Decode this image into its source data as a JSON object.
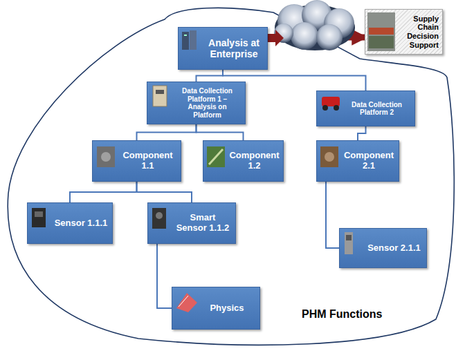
{
  "diagram": {
    "nodes": [
      {
        "text": [
          "Analysis at Enterprise"
        ]
      },
      {
        "text": [
          "Supply Chain Decision Support"
        ]
      },
      {
        "text": [
          "Data Collection Platform 1 – Analysis on Platform"
        ]
      },
      {
        "text": [
          "Data Collection Platform 2"
        ]
      },
      {
        "text": [
          "Component 1.1"
        ]
      },
      {
        "text": [
          "Component 1.2"
        ]
      },
      {
        "text": [
          "Component 2.1"
        ]
      },
      {
        "text": [
          "Sensor 1.1.1"
        ]
      },
      {
        "text": [
          "Smart Sensor 1.1.2"
        ]
      },
      {
        "text": [
          "Sensor 2.1.1"
        ]
      },
      {
        "text": [
          "Physics"
        ]
      }
    ],
    "edges": [
      {
        "from": 0,
        "to": 1,
        "arrow": "to"
      },
      {
        "from": 0,
        "to": 2,
        "arrow": "none"
      },
      {
        "from": 0,
        "to": 3,
        "arrow": "none"
      },
      {
        "from": 2,
        "to": 4,
        "arrow": "none"
      },
      {
        "from": 2,
        "to": 5,
        "arrow": "none"
      },
      {
        "from": 3,
        "to": 6,
        "arrow": "none"
      },
      {
        "from": 4,
        "to": 7,
        "arrow": "none"
      },
      {
        "from": 4,
        "to": 8,
        "arrow": "none"
      },
      {
        "from": 8,
        "to": 10,
        "arrow": "none"
      },
      {
        "from": 6,
        "to": 9,
        "arrow": "none"
      }
    ],
    "labels": [
      "PHM Functions"
    ]
  }
}
